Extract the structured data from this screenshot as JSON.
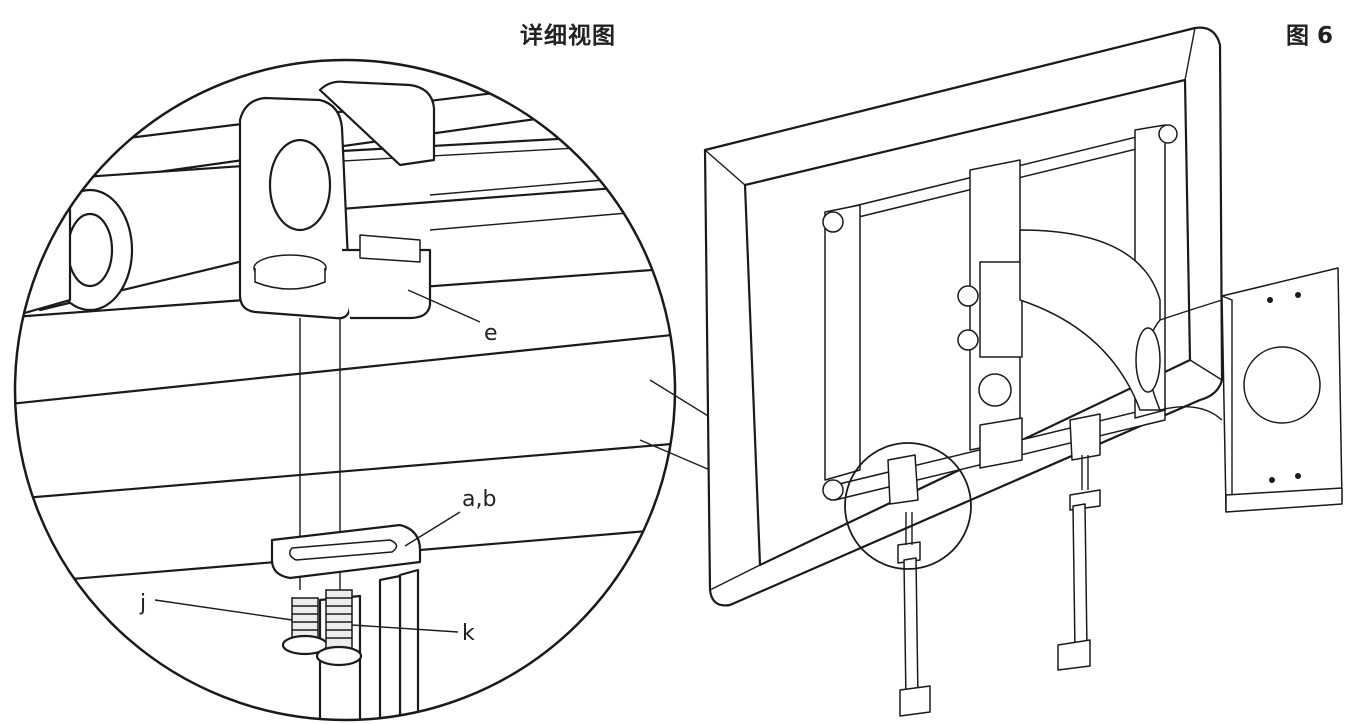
{
  "header": {
    "title": "详细视图",
    "figure_label": "图 6"
  },
  "callouts": {
    "e": "e",
    "ab": "a,b",
    "j": "j",
    "k": "k"
  }
}
